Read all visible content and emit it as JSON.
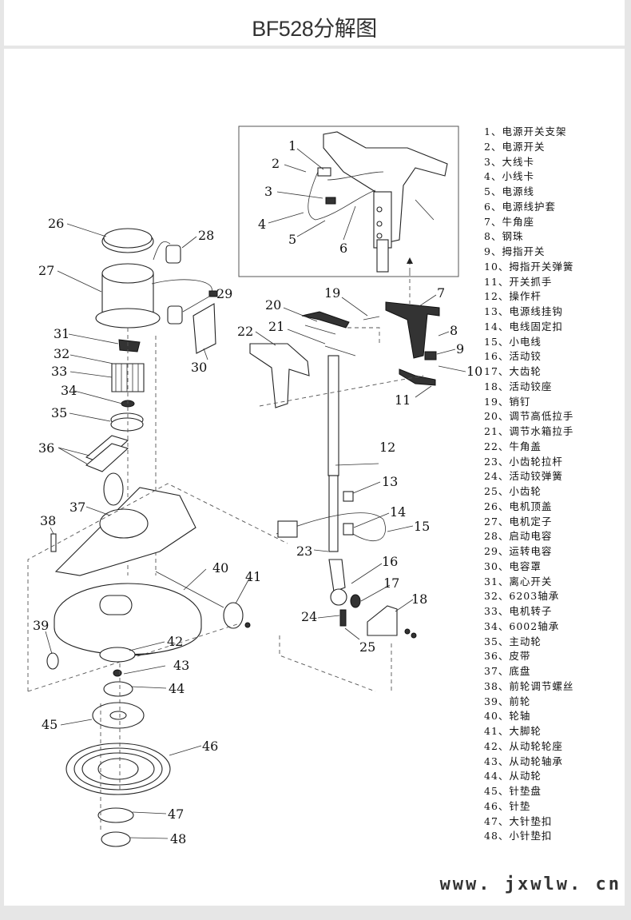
{
  "header": {
    "title": "BF528分解图"
  },
  "callouts": [
    "1",
    "2",
    "3",
    "4",
    "5",
    "6",
    "7",
    "8",
    "9",
    "10",
    "11",
    "12",
    "13",
    "14",
    "15",
    "16",
    "17",
    "18",
    "19",
    "20",
    "21",
    "22",
    "23",
    "24",
    "25",
    "26",
    "27",
    "28",
    "29",
    "30",
    "31",
    "32",
    "33",
    "34",
    "35",
    "36",
    "37",
    "38",
    "39",
    "40",
    "41",
    "42",
    "43",
    "44",
    "45",
    "46",
    "47",
    "48"
  ],
  "legend": [
    "1、电源开关支架",
    "2、电源开关",
    "3、大线卡",
    "4、小线卡",
    "5、电源线",
    "6、电源线护套",
    "7、牛角座",
    "8、钢珠",
    "9、拇指开关",
    "10、拇指开关弹簧",
    "11、开关抓手",
    "12、操作杆",
    "13、电源线挂钩",
    "14、电线固定扣",
    "15、小电线",
    "16、活动铰",
    "17、大齿轮",
    "18、活动铰座",
    "19、销钉",
    "20、调节高低拉手",
    "21、调节水箱拉手",
    "22、牛角盖",
    "23、小齿轮拉杆",
    "24、活动铰弹簧",
    "25、小齿轮",
    "26、电机顶盖",
    "27、电机定子",
    "28、启动电容",
    "29、运转电容",
    "30、电容罩",
    "31、离心开关",
    "32、6203轴承",
    "33、电机转子",
    "34、6002轴承",
    "35、主动轮",
    "36、皮带",
    "37、底盘",
    "38、前轮调节螺丝",
    "39、前轮",
    "40、轮轴",
    "41、大脚轮",
    "42、从动轮轮座",
    "43、从动轮轴承",
    "44、从动轮",
    "45、针垫盘",
    "46、针垫",
    "47、大针垫扣",
    "48、小针垫扣"
  ],
  "watermark": "www. jxwlw. cn"
}
